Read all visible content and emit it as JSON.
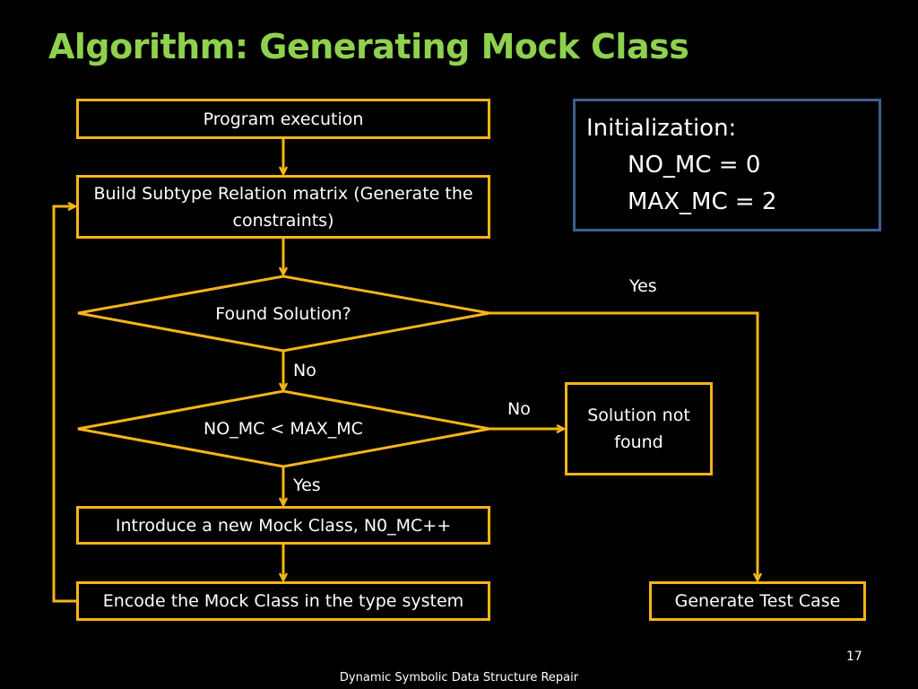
{
  "slide": {
    "title": "Algorithm: Generating Mock Class",
    "page_number": "17",
    "footer": "Dynamic Symbolic Data Structure Repair"
  },
  "colors": {
    "background": "#000000",
    "title": "#8fd14f",
    "flow_border": "#f5b41a",
    "init_border": "#3f5e8f",
    "text": "#ffffff"
  },
  "initialization": {
    "heading": "Initialization:",
    "lines": [
      "NO_MC = 0",
      "MAX_MC = 2"
    ]
  },
  "flowchart": {
    "nodes": {
      "program_execution": "Program execution",
      "build_matrix": "Build Subtype Relation matrix (Generate the constraints)",
      "found_solution": "Found Solution?",
      "mc_check": "NO_MC < MAX_MC",
      "introduce_mock": "Introduce a new Mock Class, N0_MC++",
      "encode_mock": "Encode the Mock Class in the type system",
      "solution_not_found": "Solution not found",
      "generate_test_case": "Generate Test Case"
    },
    "edge_labels": {
      "found_yes": "Yes",
      "found_no": "No",
      "mc_no": "No",
      "mc_yes": "Yes"
    }
  }
}
